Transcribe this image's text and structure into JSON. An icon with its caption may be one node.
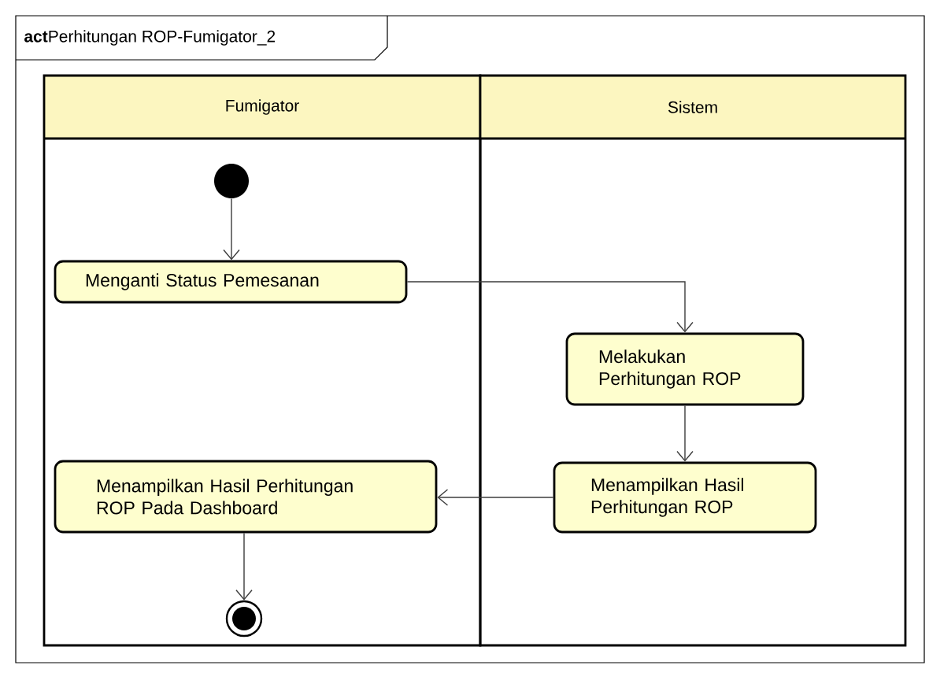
{
  "diagram": {
    "nodes": [
      {
        "text": [
          "**act**Perhitungan ROP-Fumigator_2"
        ]
      },
      {
        "text": [
          "Fumigator"
        ],
        "in": 0
      },
      {
        "text": [
          "Sistem"
        ],
        "in": 0
      },
      {
        "text": [],
        "shape": "circle",
        "in": 1
      },
      {
        "text": [
          "Menganti Status Pemesanan"
        ],
        "in": 1
      },
      {
        "text": [
          "Melakukan Perhitungan ROP"
        ],
        "in": 2
      },
      {
        "text": [
          "Menampilkan Hasil Perhitungan ROP"
        ],
        "in": 2
      },
      {
        "text": [
          "Menampilkan Hasil Perhitungan ROP Pada Dashboard"
        ],
        "in": 1
      },
      {
        "text": [],
        "shape": "bullseye",
        "in": 1
      }
    ],
    "edges": [
      {
        "from": 3,
        "to": 4,
        "arrow": "to"
      },
      {
        "from": 4,
        "to": 5,
        "arrow": "to"
      },
      {
        "from": 5,
        "to": 6,
        "arrow": "to"
      },
      {
        "from": 6,
        "to": 7,
        "arrow": "to"
      },
      {
        "from": 7,
        "to": 8,
        "arrow": "to"
      }
    ]
  }
}
